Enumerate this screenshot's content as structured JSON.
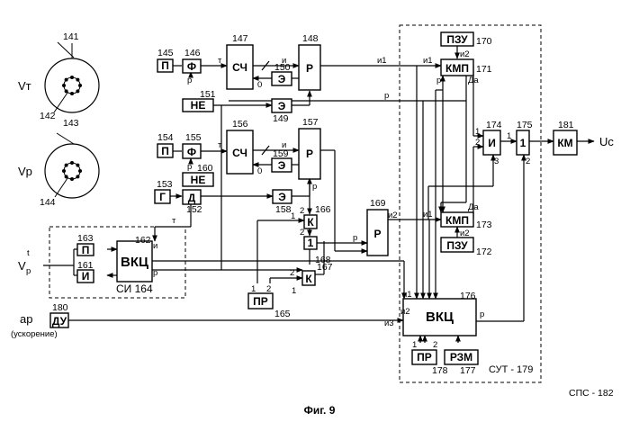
{
  "caption": "Фиг. 9",
  "system_label": "СПС - 182",
  "groups": {
    "si": "СИ   164",
    "sut": "СУТ - 179"
  },
  "inputs": {
    "vt": "Vт",
    "vr": "Vр",
    "vpt_base": "V",
    "vpt_sub": "р",
    "vpt_sup": "t",
    "ap": "ар",
    "accel": "(ускорение)",
    "output": "Uс"
  },
  "blocks": {
    "b145": "П",
    "b146": "Ф",
    "b147": "СЧ",
    "b148": "Р",
    "b150": "Э",
    "b151": "НЕ",
    "b149": "Э",
    "b154": "П",
    "b155": "Ф",
    "b156": "СЧ",
    "b157": "Р",
    "b159": "Э",
    "b160": "НЕ",
    "b153": "Г",
    "b152": "Д",
    "b158": "Э",
    "b166": "К",
    "b168": "1",
    "b167": "К",
    "b169": "Р",
    "b165": "ПР",
    "b163": "П",
    "b161": "И",
    "b162": "ВКЦ",
    "b180": "ДУ",
    "b170": "ПЗУ",
    "b171": "КМП",
    "b173": "КМП",
    "b172": "ПЗУ",
    "b174": "И",
    "b175": "1",
    "b181": "КМ",
    "b176": "ВКЦ",
    "b178": "ПР",
    "b177": "РЗМ"
  },
  "numbers": {
    "n141": "141",
    "n142": "142",
    "n143": "143",
    "n144": "144",
    "n145": "145",
    "n146": "146",
    "n147": "147",
    "n148": "148",
    "n150": "150",
    "n151": "151",
    "n149": "149",
    "n154": "154",
    "n155": "155",
    "n156": "156",
    "n157": "157",
    "n159": "159",
    "n160": "160",
    "n153": "153",
    "n152": "152",
    "n158": "158",
    "n166": "166",
    "n168": "168",
    "n167": "167",
    "n169": "169",
    "n165": "165",
    "n163": "163",
    "n161": "161",
    "n162": "162",
    "n180": "180",
    "n170": "170",
    "n171": "171",
    "n173": "173",
    "n172": "172",
    "n174": "174",
    "n175": "175",
    "n181": "181",
    "n176": "176",
    "n178": "178",
    "n177": "177"
  },
  "signals": {
    "t": "т",
    "i": "и",
    "r": "р",
    "zero": "0",
    "one": "1",
    "two": "2",
    "three": "3",
    "i1": "и1",
    "i2": "и2",
    "i3": "и3",
    "da": "Да"
  }
}
